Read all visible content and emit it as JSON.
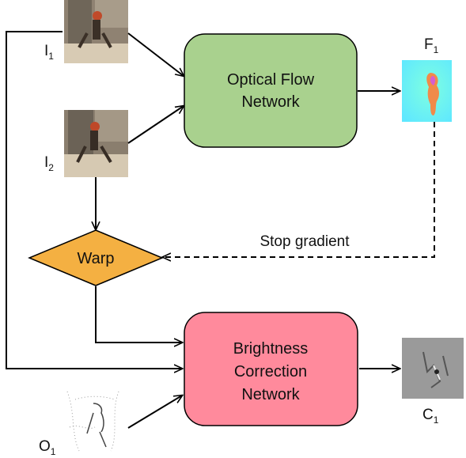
{
  "inputs": {
    "i1": {
      "main": "I",
      "sub": "1"
    },
    "i2": {
      "main": "I",
      "sub": "2"
    },
    "o1": {
      "main": "O",
      "sub": "1"
    }
  },
  "outputs": {
    "f1": {
      "main": "F",
      "sub": "1"
    },
    "c1": {
      "main": "C",
      "sub": "1"
    }
  },
  "nodes": {
    "optical_flow": {
      "line1": "Optical Flow",
      "line2": "Network",
      "fill": "#a9d18e",
      "stroke": "#000000"
    },
    "warp": {
      "label": "Warp",
      "fill": "#f4b042",
      "stroke": "#000000"
    },
    "brightness": {
      "line1": "Brightness",
      "line2": "Correction",
      "line3": "Network",
      "fill": "#ff8a9c",
      "stroke": "#000000"
    }
  },
  "edges": {
    "stop_gradient": "Stop gradient"
  }
}
